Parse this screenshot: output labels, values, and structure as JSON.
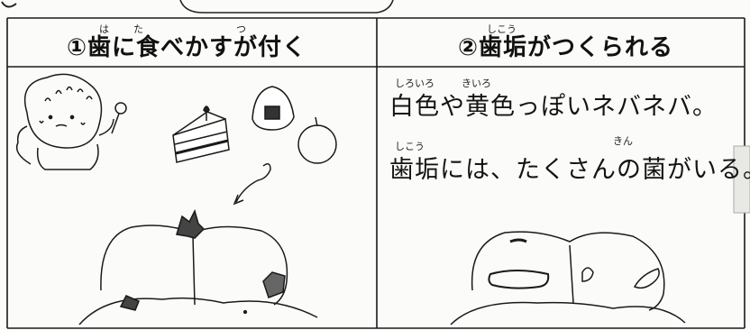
{
  "panels": [
    {
      "title": "①歯に食べかすが付く",
      "ruby": [
        "は",
        "た",
        "つ"
      ],
      "lines": []
    },
    {
      "title": "②歯垢がつくられる",
      "ruby": [
        "しこう"
      ],
      "lines": [
        {
          "text": "白色や黄色っぽいネバネバ。",
          "ruby": [
            "しろいろ",
            "きいろ"
          ]
        },
        {
          "text": "歯垢には、たくさんの菌がいる。",
          "ruby": [
            "しこう",
            "きん"
          ]
        }
      ]
    }
  ]
}
